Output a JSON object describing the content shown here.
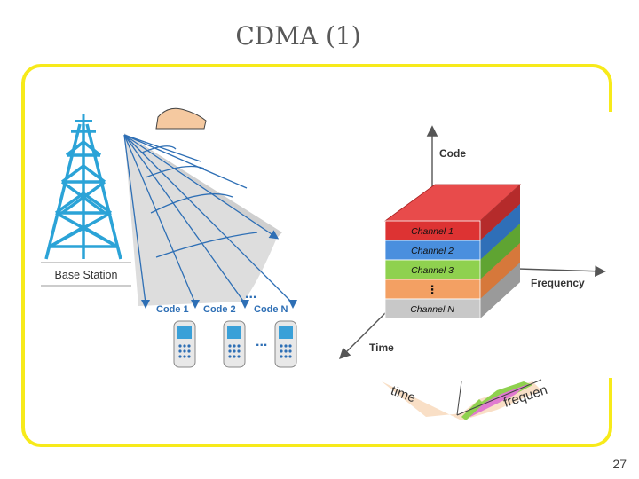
{
  "slide": {
    "title": "CDMA (1)",
    "page_number": "27"
  },
  "left_diagram": {
    "tower_label": "Base Station",
    "codes": [
      "Code 1",
      "Code 2",
      "Code N"
    ],
    "ellipsis": "...",
    "colors": {
      "tower": "#2ba3d7",
      "beam": "#dddddd",
      "arrow": "#2e6fb5"
    }
  },
  "right_diagram": {
    "axes": {
      "code": "Code",
      "frequency": "Frequency",
      "time": "Time"
    },
    "channels": [
      {
        "label": "Channel 1",
        "color": "#dd3333"
      },
      {
        "label": "Channel 2",
        "color": "#4a8fde"
      },
      {
        "label": "Channel 3",
        "color": "#8fd14f"
      },
      {
        "label": "⋮",
        "color": "#f3a063"
      },
      {
        "label": "Channel N",
        "color": "#c8c8c8"
      }
    ]
  },
  "background_plot": {
    "labels": {
      "time": "time",
      "frequency": "frequen"
    }
  },
  "colors": {
    "frame_border": "#f7ea1a",
    "title": "#595959"
  }
}
